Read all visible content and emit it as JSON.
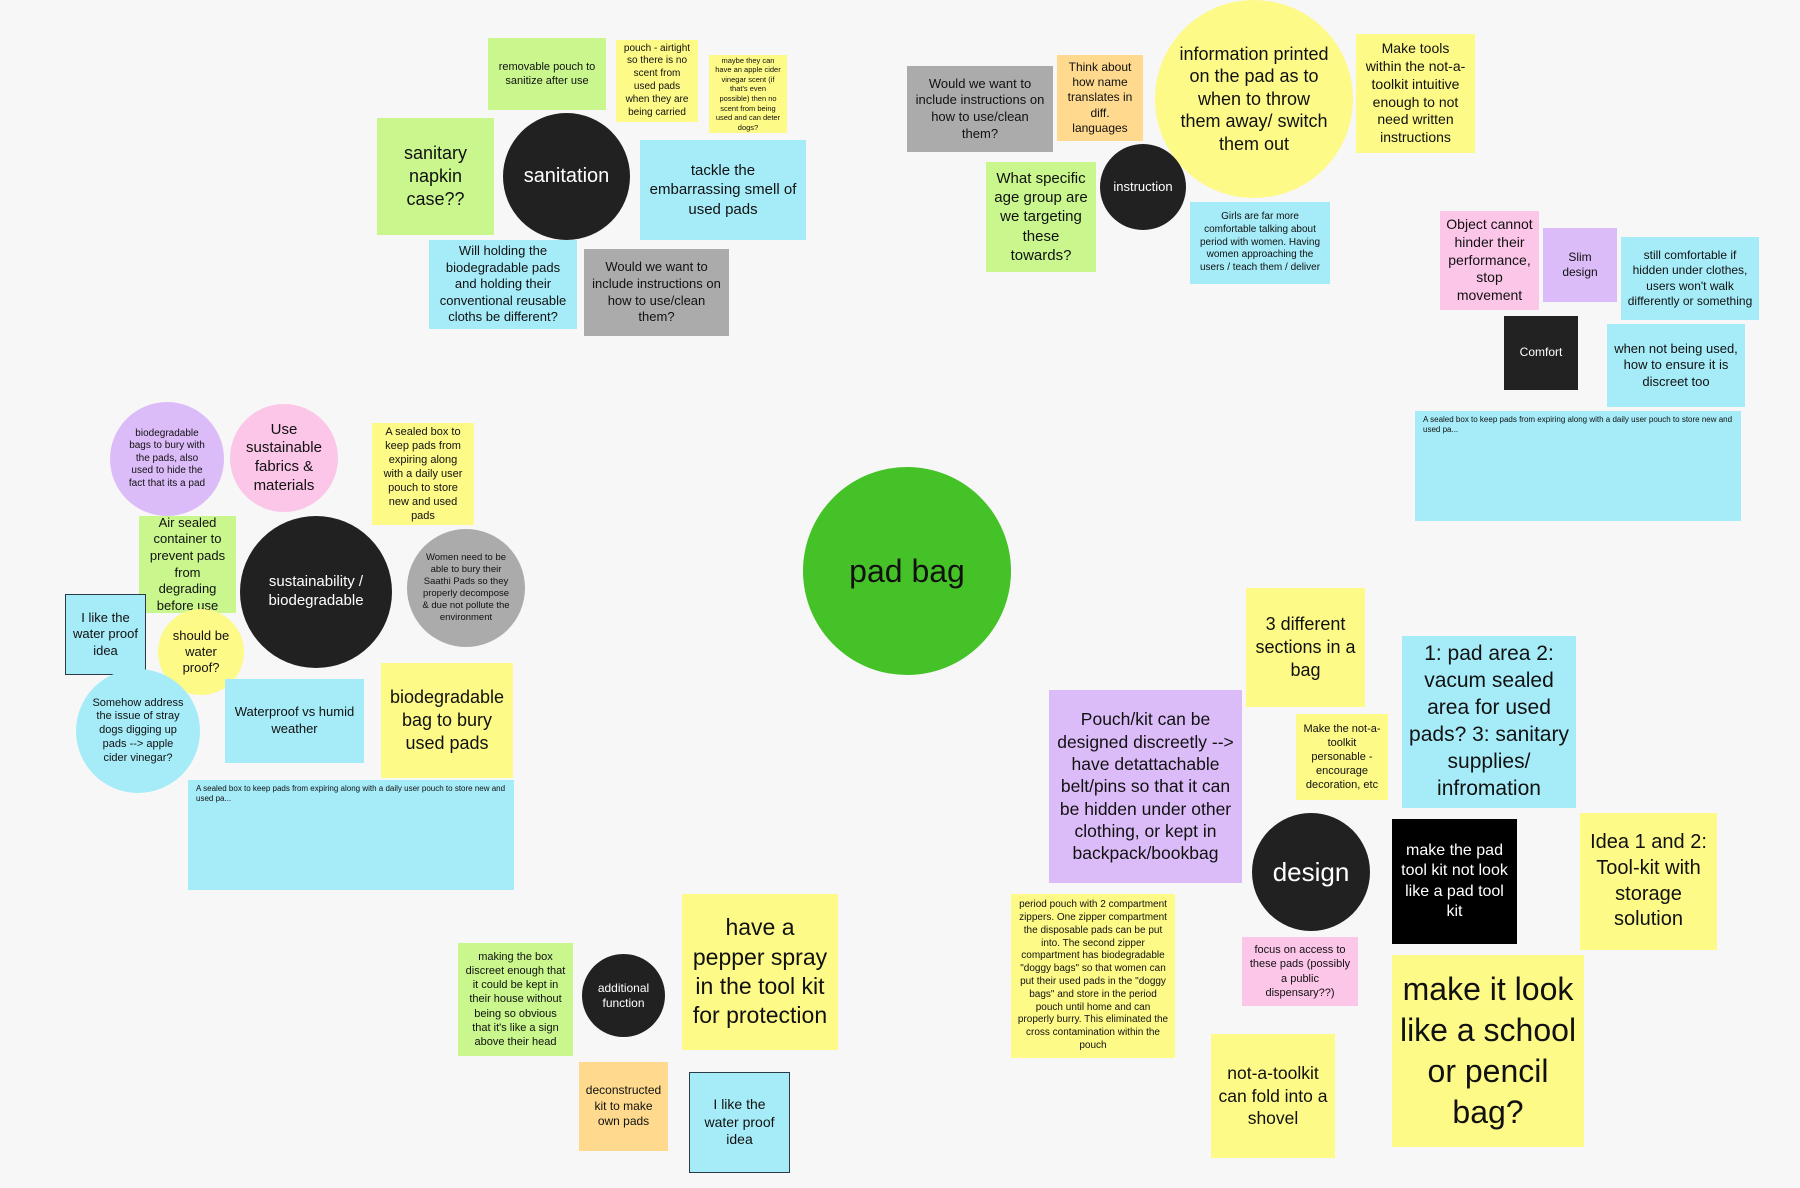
{
  "center": {
    "label": "pad bag",
    "color": "#45c228"
  },
  "sanitation": {
    "hub": "sanitation",
    "notes": [
      "removable pouch to sanitize after use",
      "pouch - airtight so there is no scent from used pads when they are being carried",
      "maybe they can have an apple cider vinegar scent (if that's even possible) then no scent from being used and can deter dogs?",
      "sanitary napkin case??",
      "tackle the embarrassing smell of used pads",
      "Will holding the biodegradable pads and holding their conventional reusable cloths be different?",
      "Would we want to include instructions on how to use/clean them?"
    ]
  },
  "instruction": {
    "hub": "instruction",
    "notes": [
      "Would we want to include instructions on how to use/clean them?",
      "Think about how name translates in diff. languages",
      "information printed on the pad as to when to throw them away/ switch them out",
      "Make tools within the not-a-toolkit intuitive enough to not need written instructions",
      "What specific age group are we targeting these towards?",
      "Girls are far more comfortable talking about period with women. Having women approaching the users / teach them / deliver"
    ]
  },
  "comfort": {
    "hub": "Comfort",
    "notes": [
      "Object cannot hinder their performance, stop movement",
      "Slim design",
      "still comfortable if hidden under clothes, users won't walk differently or something",
      "when not being used, how to ensure it is discreet too",
      "A sealed box to keep pads from expiring along with a daily user pouch to store new and used pa..."
    ]
  },
  "sustainability": {
    "hub": "sustainability / biodegradable",
    "notes": [
      "biodegradable bags to bury with the pads, also used to hide the fact that its a pad",
      "Use sustainable fabrics & materials",
      "A sealed box to keep pads from expiring along with a daily user pouch to store new and used pads",
      "Air sealed container to prevent pads from degrading before use",
      "Women need to be able to bury their Saathi Pads so they properly decompose & due not pollute the environment",
      "I like the water proof idea",
      "should be water proof?",
      "Somehow address the issue of stray dogs digging up pads --> apple cider vinegar?",
      "Waterproof vs humid weather",
      "biodegradable bag to bury used pads",
      "A sealed box to keep pads from expiring along with a daily user pouch to store new and used pa..."
    ]
  },
  "additional": {
    "hub": "additional function",
    "notes": [
      "making the box discreet enough that it could be kept in their house without being so obvious that it's like a sign above their head",
      "have a pepper spray in the tool kit for protection",
      "deconstructed kit to make own pads",
      "I like the water proof idea"
    ]
  },
  "design": {
    "hub": "design",
    "notes": [
      "3 different sections in a bag",
      "1: pad area 2: vacum sealed area for used pads? 3: sanitary supplies/ infromation",
      "Pouch/kit can be designed discreetly --> have detattachable belt/pins so that it can be hidden under other clothing, or kept in backpack/bookbag",
      "Make the not-a-toolkit personable - encourage decoration, etc",
      "make the pad tool kit not look like a pad tool kit",
      "Idea 1 and 2: Tool-kit with storage solution",
      "period pouch with 2 compartment zippers. One zipper compartment the disposable pads can be put into. The second zipper compartment has biodegradable \"doggy bags\" so that women can put their used pads in the \"doggy bags\" and store in the period pouch until home and can properly burry. This eliminated the cross contamination within the pouch",
      "focus on access to these pads (possibly a public dispensary??)",
      "not-a-toolkit can fold into a shovel",
      "make it look like a school or pencil bag?"
    ]
  }
}
